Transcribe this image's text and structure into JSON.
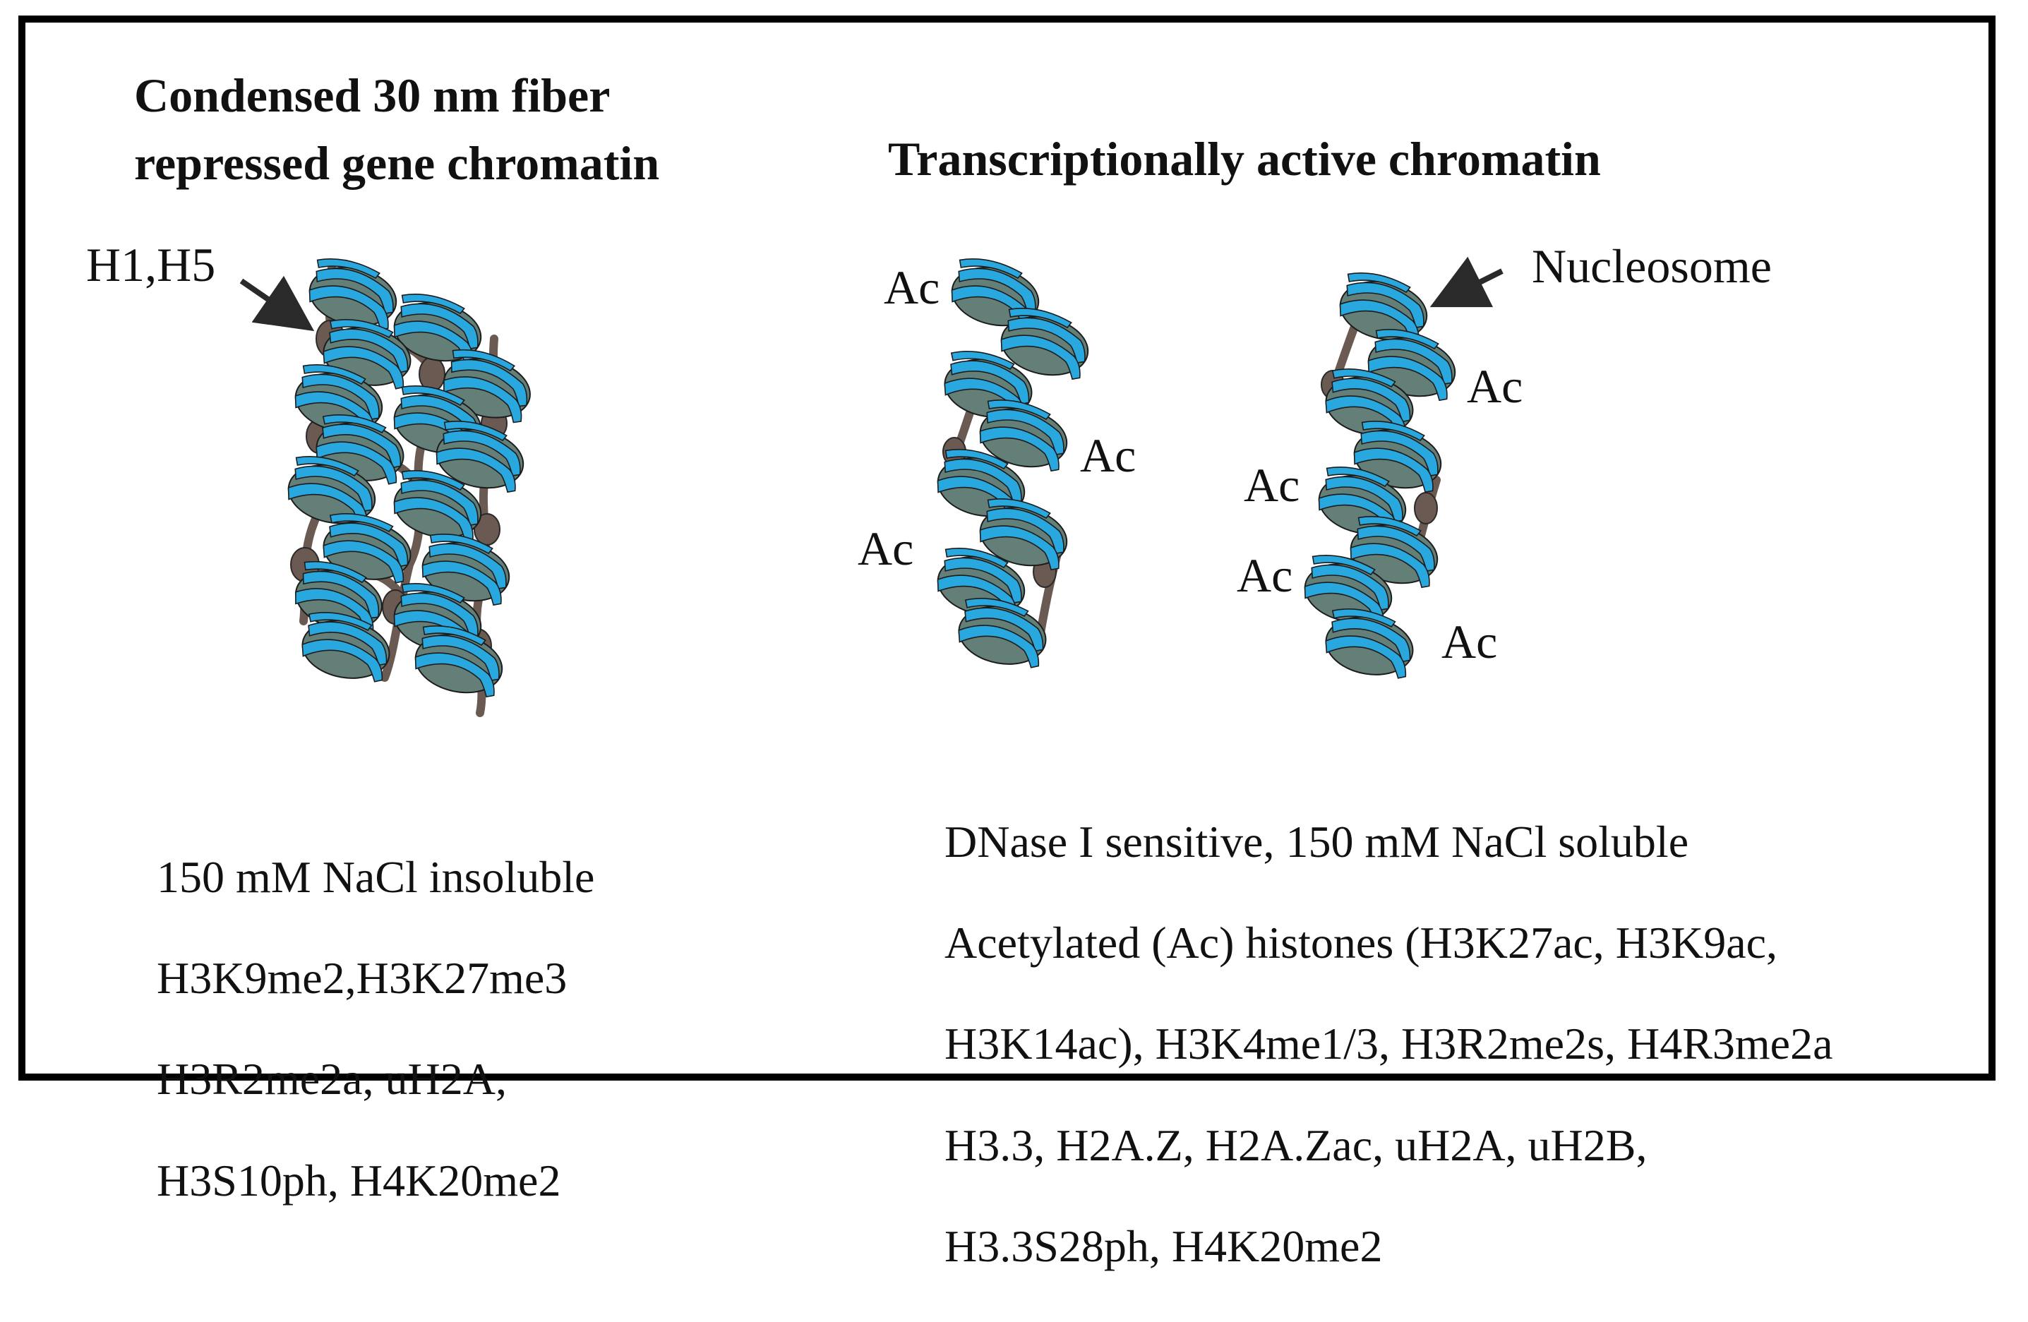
{
  "left_panel": {
    "title_line1": "Condensed 30 nm fiber",
    "title_line2": "repressed gene chromatin",
    "linker_label": "H1,H5",
    "properties": [
      "150 mM NaCl insoluble",
      "H3K9me2,H3K27me3",
      "H3R2me2a, uH2A,",
      "H3S10ph, H4K20me2"
    ]
  },
  "right_panel": {
    "title": "Transcriptionally active chromatin",
    "nucleosome_label": "Nucleosome",
    "ac_label": "Ac",
    "properties": [
      "DNase I sensitive, 150 mM NaCl soluble",
      "Acetylated (Ac) histones (H3K27ac, H3K9ac,",
      "H3K14ac), H3K4me1/3, H3R2me2s, H4R3me2a",
      "H3.3, H2A.Z, H2A.Zac, uH2A, uH2B,",
      "H3.3S28ph, H4K20me2"
    ]
  },
  "colors": {
    "dna": "#29a8df",
    "core": "#647f77",
    "linker": "#6b5a52",
    "outline": "#1c1c1c"
  }
}
